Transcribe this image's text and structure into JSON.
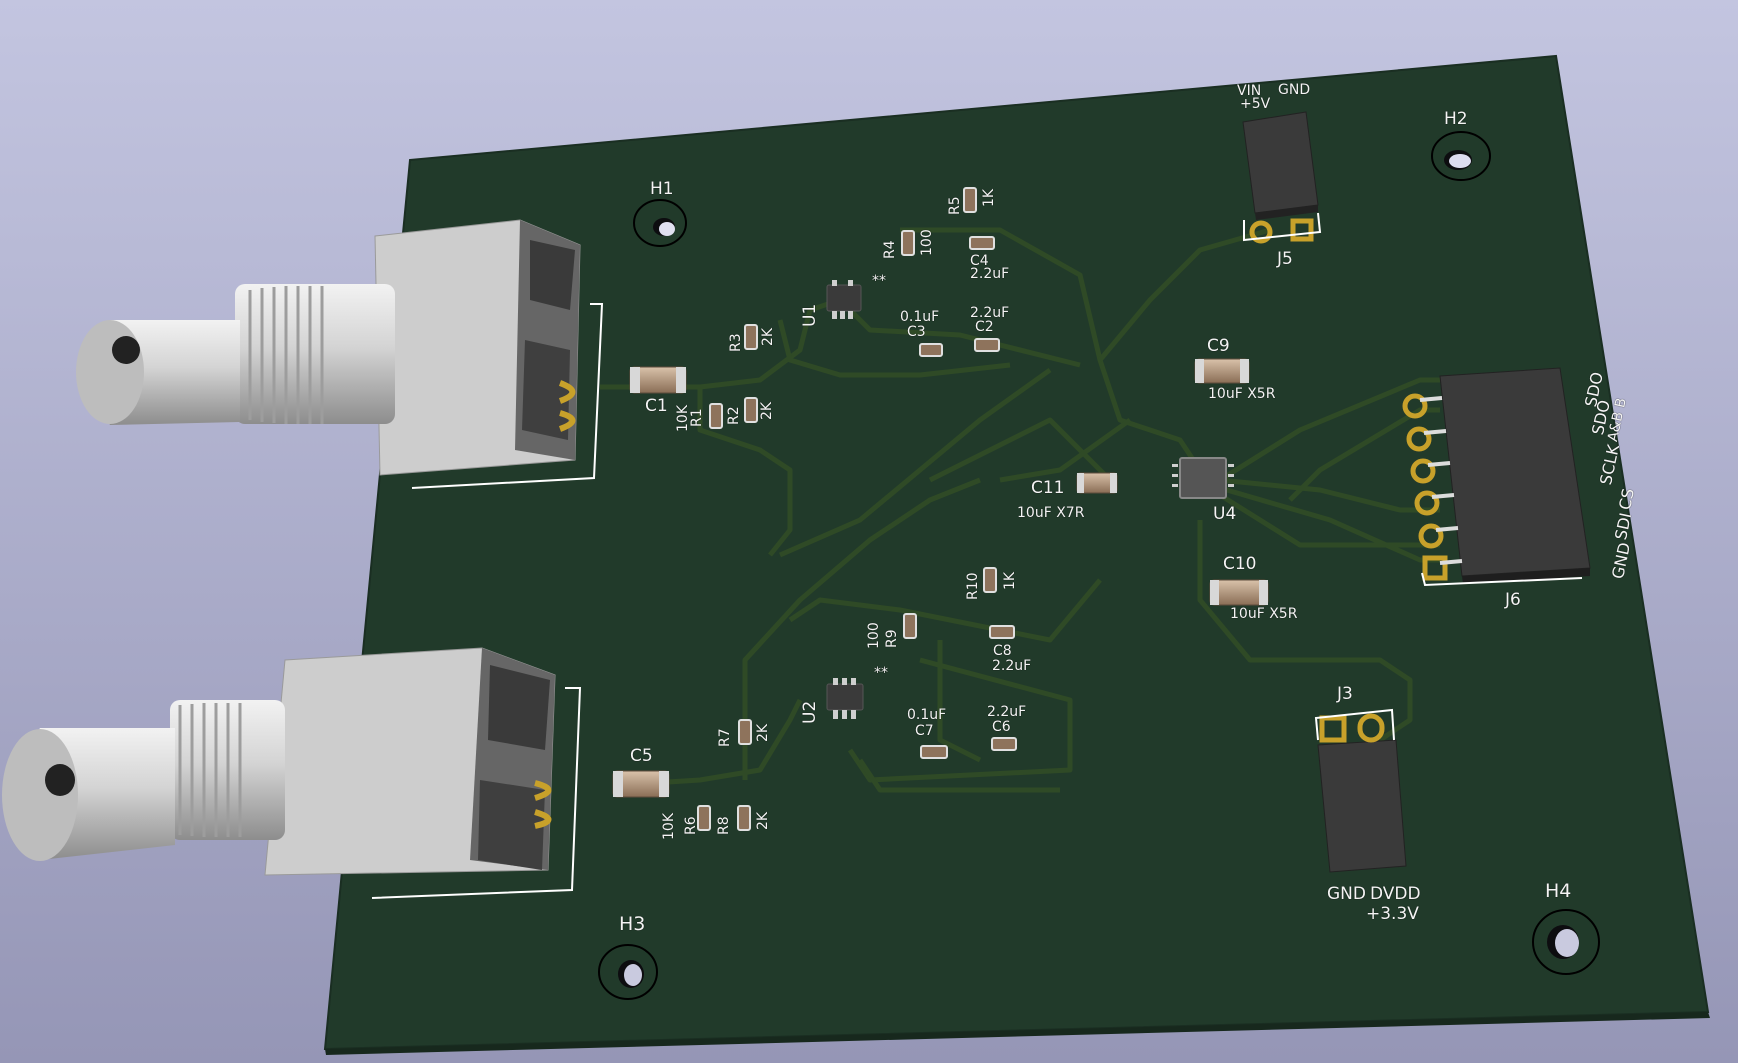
{
  "board": {
    "silkscreen_color": "#ffffff",
    "board_color": "#213a2a",
    "copper_color": "#c8a12a",
    "trace_color": "#2f4a26",
    "mounting_holes": [
      "H1",
      "H2",
      "H3",
      "H4"
    ],
    "connectors": {
      "J3": {
        "ref": "J3",
        "pin1": "GND",
        "pin2": "DVDD",
        "value": "+3.3V"
      },
      "J5": {
        "ref": "J5",
        "pin1": "VIN",
        "pin1_value": "+5V",
        "pin2": "GND"
      },
      "J6": {
        "ref": "J6",
        "pins": [
          "GND",
          "SDI",
          "CS",
          "SCLK",
          "SDO",
          "SDO"
        ],
        "sub": "A&B  B"
      }
    },
    "ics": {
      "U1": "U1",
      "U2": "U2",
      "U4": "U4",
      "u1_mark": "**",
      "u2_mark": "**"
    },
    "resistors": [
      {
        "ref": "R1",
        "value": "10K"
      },
      {
        "ref": "R2",
        "value": "2K"
      },
      {
        "ref": "R3",
        "value": "2K"
      },
      {
        "ref": "R4",
        "value": "100"
      },
      {
        "ref": "R5",
        "value": "1K"
      },
      {
        "ref": "R6",
        "value": "10K"
      },
      {
        "ref": "R7",
        "value": "2K"
      },
      {
        "ref": "R8",
        "value": "2K"
      },
      {
        "ref": "R9",
        "value": "100"
      },
      {
        "ref": "R10",
        "value": "1K"
      }
    ],
    "capacitors": [
      {
        "ref": "C1",
        "value": ""
      },
      {
        "ref": "C2",
        "value": "2.2uF"
      },
      {
        "ref": "C3",
        "value": "0.1uF"
      },
      {
        "ref": "C4",
        "value": "2.2uF"
      },
      {
        "ref": "C5",
        "value": ""
      },
      {
        "ref": "C6",
        "value": "2.2uF"
      },
      {
        "ref": "C7",
        "value": "0.1uF"
      },
      {
        "ref": "C8",
        "value": "2.2uF"
      },
      {
        "ref": "C9",
        "value": "10uF X5R"
      },
      {
        "ref": "C10",
        "value": "10uF X5R"
      },
      {
        "ref": "C11",
        "value": "10uF X7R"
      }
    ]
  }
}
